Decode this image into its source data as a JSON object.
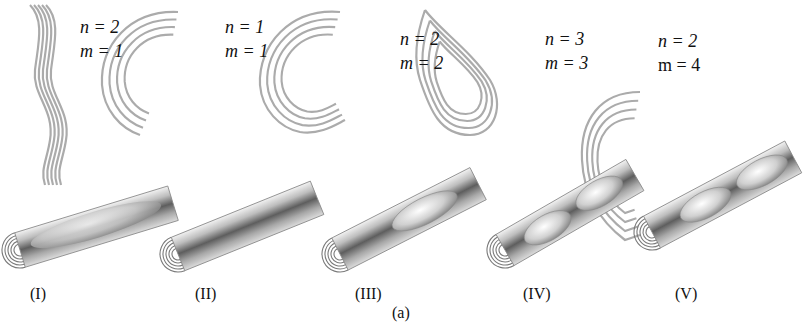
{
  "diagram": {
    "labels": [
      "n = 2",
      "m = 1",
      "(I)",
      "n = 1",
      "m = 1",
      "(II)",
      "n = 2",
      "m = 2",
      "(III)",
      "n = 3",
      "m = 3",
      "(IV)",
      "n = 2",
      "m = 4",
      "(V)",
      "(a)"
    ]
  }
}
